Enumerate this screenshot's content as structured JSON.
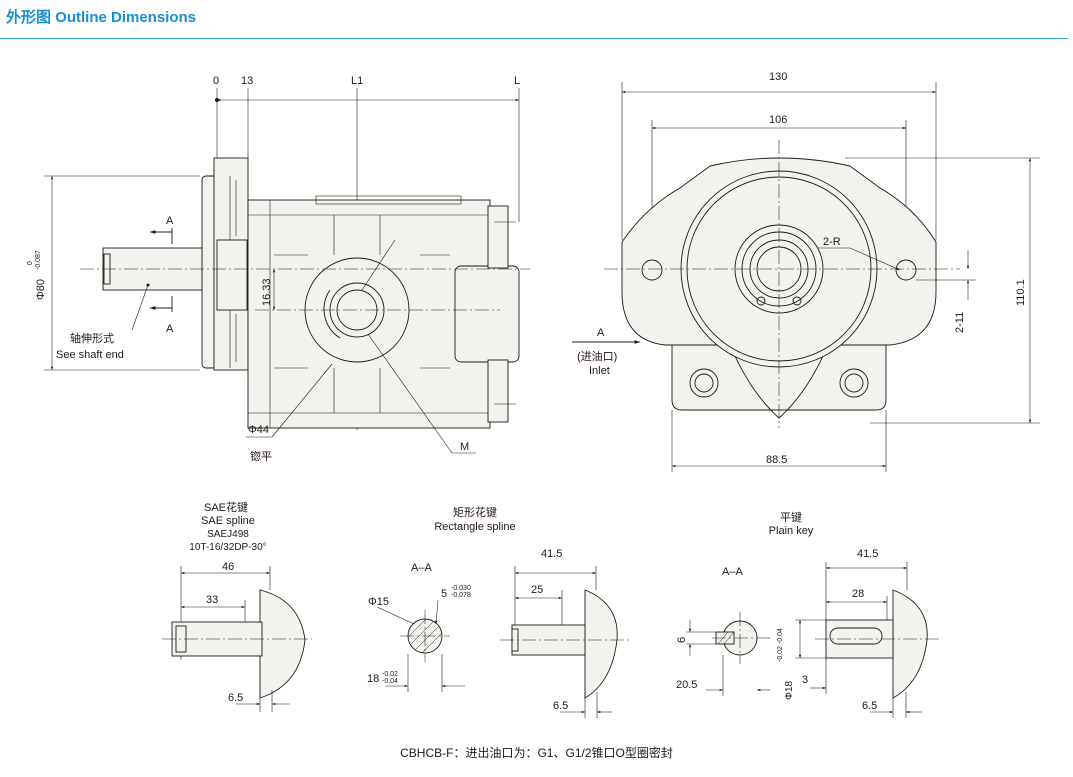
{
  "header": {
    "title": "外形图 Outline Dimensions",
    "accent_color": "#1a8fd0"
  },
  "side_view": {
    "dim_0": "0",
    "dim_13": "13",
    "dim_L1": "L1",
    "dim_L": "L",
    "dia_80": "Φ80",
    "tol_80_upper": "0",
    "tol_80_lower": "-0.087",
    "dim_16_33": "16.33",
    "dia_44": "Φ44",
    "spot_face": "锪平",
    "port_M": "M",
    "section_A": "A",
    "shaft_end_cn": "轴伸形式",
    "shaft_end_en": "See shaft end"
  },
  "front_view": {
    "dim_130": "130",
    "dim_106": "106",
    "dim_88_5": "88.5",
    "dim_110_1": "110.1",
    "radius_2R": "2-R",
    "dim_2_11": "2-11",
    "arrow_A": "A",
    "inlet_cn": "(进油口)",
    "inlet_en": "Inlet"
  },
  "shaft_sae": {
    "title_cn": "SAE花键",
    "title_en": "SAE spline",
    "standard": "SAEJ498",
    "spec": "10T-16/32DP-30°",
    "dim_46": "46",
    "dim_33": "33",
    "dim_6_5": "6.5"
  },
  "shaft_rect": {
    "title_cn": "矩形花键",
    "title_en": "Rectangle spline",
    "section": "A–A",
    "dia_15": "Φ15",
    "dim_5": "5",
    "tol_5_upper": "-0.030",
    "tol_5_lower": "-0.078",
    "dim_18": "18",
    "tol_18_upper": "-0.02",
    "tol_18_lower": "-0.04",
    "dim_41_5": "41.5",
    "dim_25": "25",
    "dim_6_5": "6.5"
  },
  "shaft_key": {
    "title_cn": "平键",
    "title_en": "Plain  key",
    "section": "A–A",
    "dim_6": "6",
    "dim_20_5": "20.5",
    "dia_18": "Φ18",
    "tol_18": "-0.02 -0.04",
    "dim_3": "3",
    "dim_41_5": "41.5",
    "dim_28": "28",
    "dim_6_5": "6.5"
  },
  "footnote": "CBHCB-F：进出油口为：G1、G1/2锥口O型圈密封"
}
